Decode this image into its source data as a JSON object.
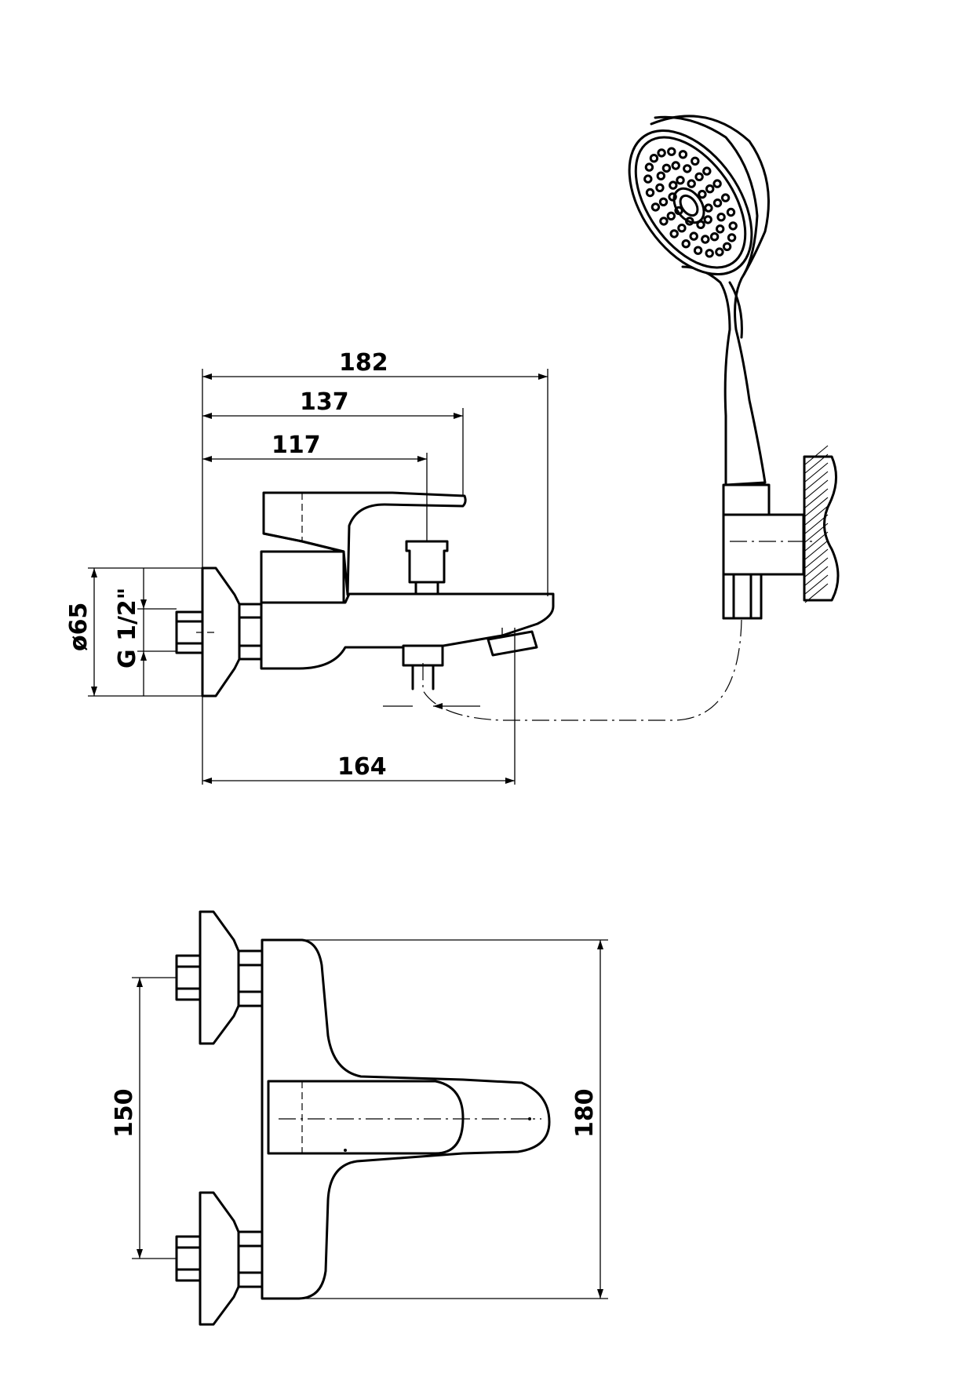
{
  "side_view": {
    "dimensions": {
      "overall_length": "182",
      "lever_length": "137",
      "diverter_position": "117",
      "spout_reach": "164",
      "flange_diameter": "ø65",
      "inlet_thread": "G 1/2\""
    }
  },
  "top_view": {
    "dimensions": {
      "inlet_spacing": "150",
      "overall_width": "180"
    }
  },
  "shower_head": {
    "icon": "hand-shower-icon"
  },
  "colors": {
    "line": "#000000",
    "background": "#ffffff"
  }
}
